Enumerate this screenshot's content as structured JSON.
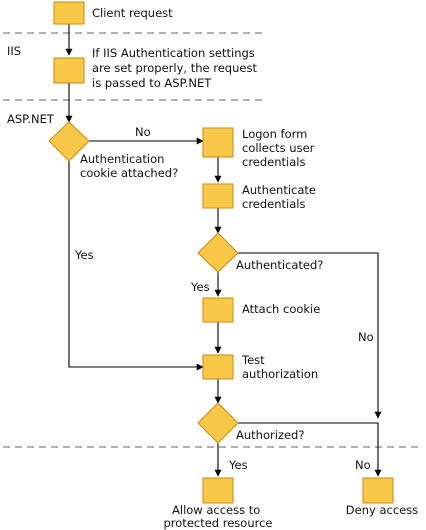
{
  "sections": {
    "iis": "IIS",
    "aspnet": "ASP.NET"
  },
  "steps": {
    "client_request": "Client request",
    "iis_auth": [
      "If IIS Authentication settings",
      "are set properly, the request",
      "is passed to ASP.NET"
    ],
    "cookie_check": [
      "Authentication",
      "cookie attached?"
    ],
    "logon_form": [
      "Logon form",
      "collects user",
      "credentials"
    ],
    "authenticate": [
      "Authenticate",
      "credentials"
    ],
    "authenticated_check": "Authenticated?",
    "attach_cookie": "Attach cookie",
    "test_auth": [
      "Test",
      "authorization"
    ],
    "authorized_check": "Authorized?",
    "allow_access": [
      "Allow access to",
      "protected resource"
    ],
    "deny_access": "Deny access"
  },
  "edge_labels": {
    "cookie_no": "No",
    "cookie_yes": "Yes",
    "authenticated_yes": "Yes",
    "authenticated_no": "No",
    "authorized_yes": "Yes",
    "authorized_no": "No"
  },
  "colors": {
    "node_fill": "#F9C846",
    "node_stroke": "#C98A12",
    "divider": "#808080"
  }
}
